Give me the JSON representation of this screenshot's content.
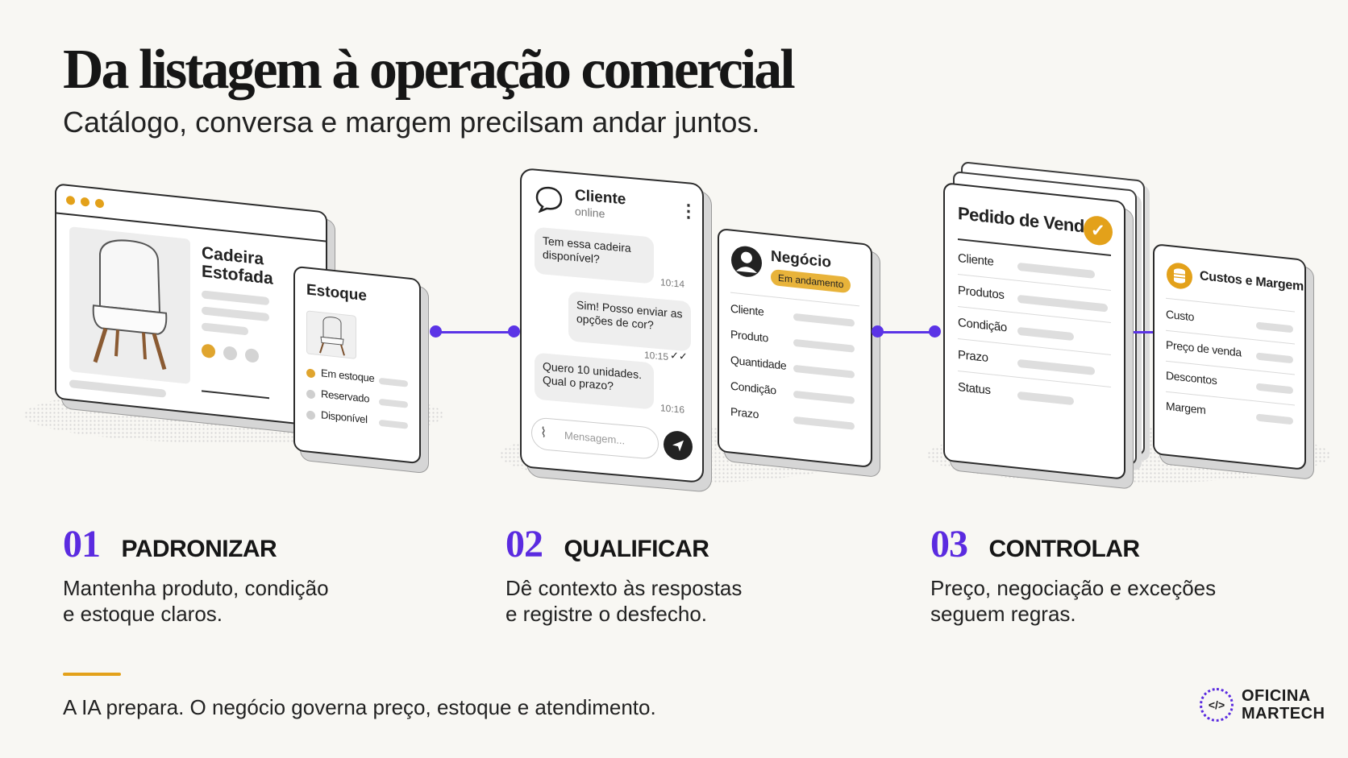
{
  "header": {
    "title": "Da listagem à operação comercial",
    "subtitle": "Catálogo, conversa e margem precilsam andar juntos."
  },
  "product_card": {
    "name_line1": "Cadeira",
    "name_line2": "Estofada",
    "swatch_colors": [
      "#e0a52e",
      "#d4d4d4",
      "#d4d4d4"
    ]
  },
  "stock_card": {
    "title": "Estoque",
    "items": [
      {
        "label": "Em estoque",
        "dot": "#e0a52e"
      },
      {
        "label": "Reservado",
        "dot": "#cfcfcf"
      },
      {
        "label": "Disponível",
        "dot": "#cfcfcf"
      }
    ]
  },
  "chat_card": {
    "contact": "Cliente",
    "status": "online",
    "messages": [
      {
        "text": "Tem essa cadeira disponível?",
        "time": "10:14"
      },
      {
        "text": "Sim! Posso enviar as opções de cor?",
        "time": "10:15"
      },
      {
        "text": "Quero 10 unidades. Qual o prazo?",
        "time": "10:16"
      }
    ],
    "placeholder": "Mensagem..."
  },
  "deal_card": {
    "title": "Negócio",
    "badge": "Em andamento",
    "fields": [
      "Cliente",
      "Produto",
      "Quantidade",
      "Condição",
      "Prazo"
    ]
  },
  "order_card": {
    "title": "Pedido de Venda",
    "fields": [
      "Cliente",
      "Produtos",
      "Condição",
      "Prazo",
      "Status"
    ]
  },
  "margin_card": {
    "title": "Custos e Margem",
    "fields": [
      "Custo",
      "Preço de venda",
      "Descontos",
      "Margem"
    ]
  },
  "steps": [
    {
      "num": "01",
      "name": "PADRONIZAR",
      "line1": "Mantenha produto, condição",
      "line2": "e estoque claros."
    },
    {
      "num": "02",
      "name": "QUALIFICAR",
      "line1": "Dê contexto às respostas",
      "line2": "e registre o desfecho."
    },
    {
      "num": "03",
      "name": "CONTROLAR",
      "line1": "Preço, negociação e exceções",
      "line2": "seguem regras."
    }
  ],
  "footer": {
    "text": "A IA prepara. O negócio governa preço, estoque e atendimento."
  },
  "logo": {
    "line1": "OFICINA",
    "line2": "MARTECH",
    "mark": "</>"
  },
  "colors": {
    "accent": "#5b2be0",
    "connector": "#5b34e6",
    "gold": "#e3a11a"
  }
}
